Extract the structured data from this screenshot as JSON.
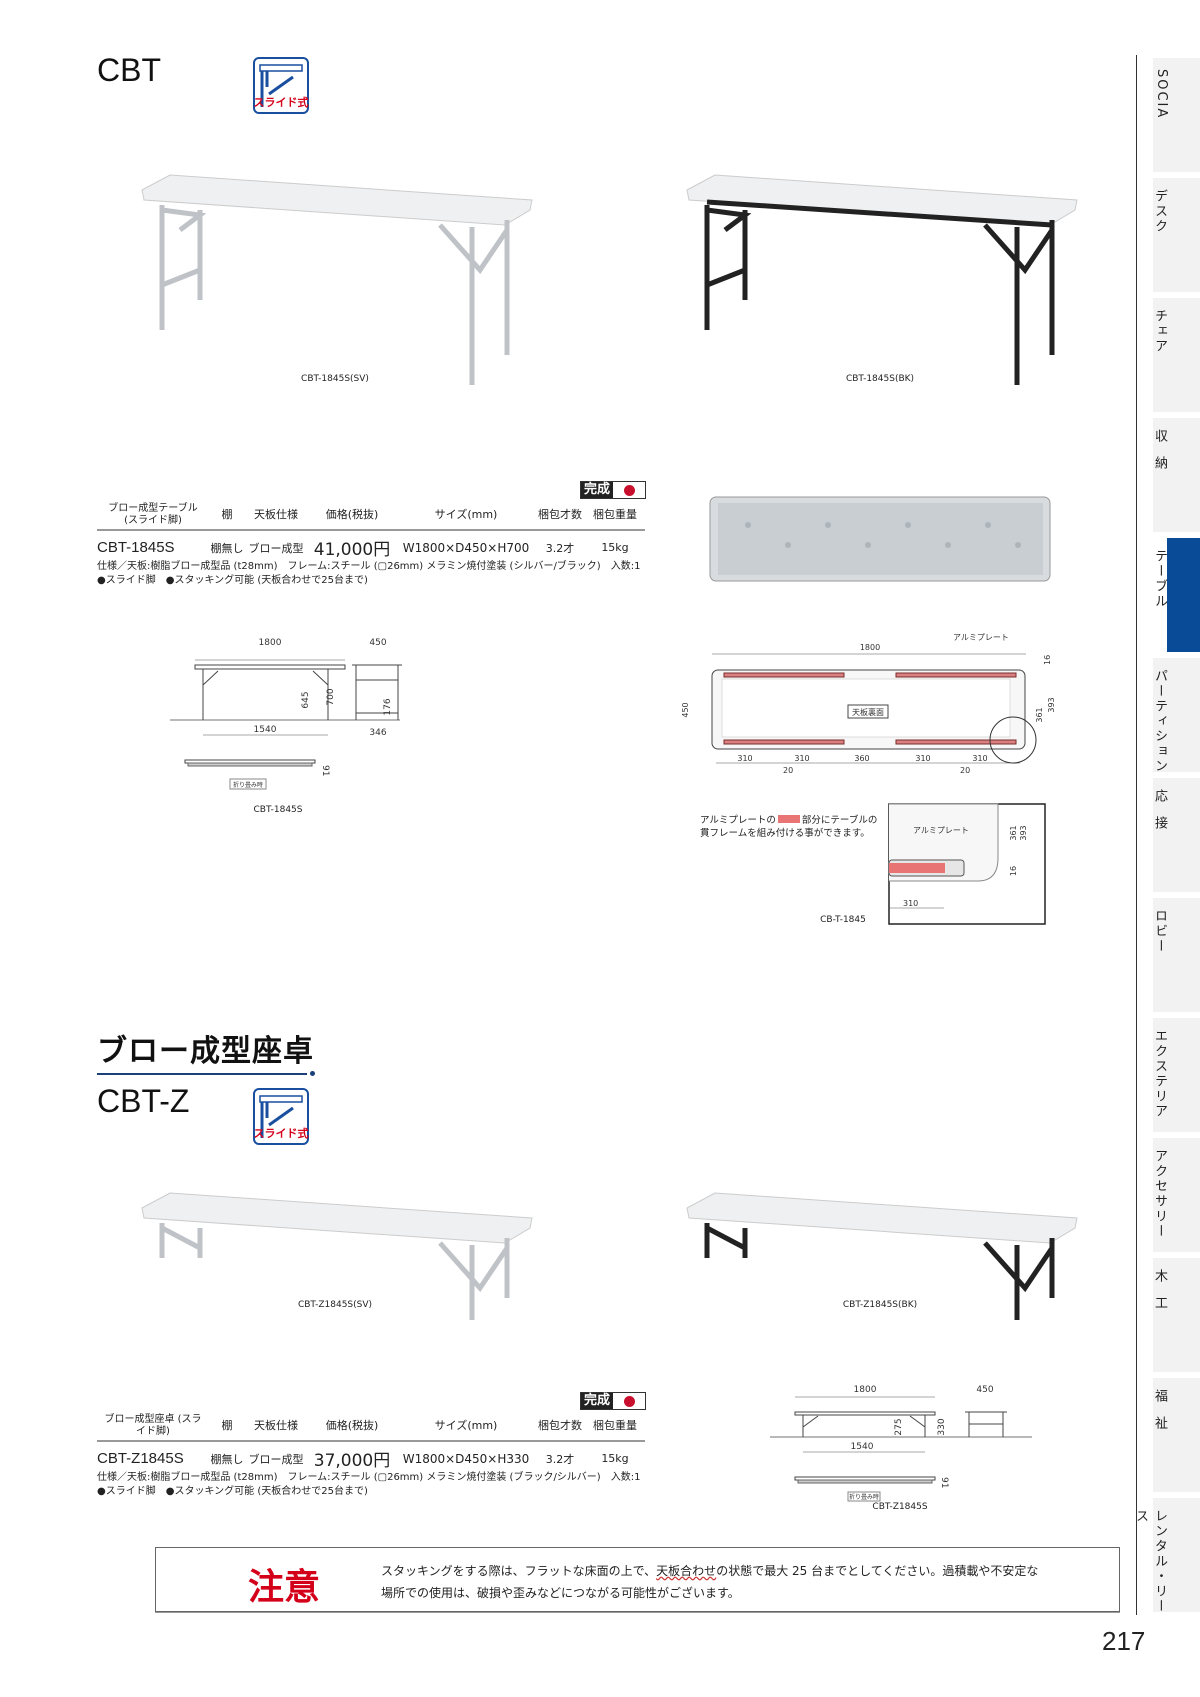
{
  "section1": {
    "title": "CBT",
    "icon_label": "スライド式",
    "photos": [
      {
        "caption": "CBT-1845S(SV)",
        "frame": "silver"
      },
      {
        "caption": "CBT-1845S(BK)",
        "frame": "black"
      }
    ],
    "badge": {
      "label": "完成",
      "flag": "japan-flag"
    },
    "table": {
      "headers": [
        "ブロー成型テーブル\n(スライド脚)",
        "棚",
        "天板仕様",
        "価格(税抜)",
        "サイズ(mm)",
        "梱包才数",
        "梱包重量"
      ],
      "rows": [
        [
          "CBT-1845S",
          "棚無し",
          "ブロー成型",
          "41,000円",
          "W1800×D450×H700",
          "3.2才",
          "15kg"
        ]
      ]
    },
    "notes": [
      "仕様／天板:樹脂ブロー成型品 (t28mm)　フレーム:スチール (▢26mm) メラミン焼付塗装 (シルバー/ブラック)　入数:1",
      "●スライド脚　●スタッキング可能 (天板合わせで25台まで)"
    ],
    "drawing": {
      "width": "1800",
      "leg_span": "1540",
      "inner_height": "645",
      "height": "700",
      "depth": "450",
      "foot": "346",
      "shelf": "176",
      "folded": "91",
      "folded_label": "折り畳み時",
      "caption": "CBT-1845S"
    },
    "underside": {
      "length": "1800",
      "depth": "450",
      "plate_label": "アルミプレート",
      "center_label": "天板裏面",
      "dims_bottom": [
        "310",
        "310",
        "360",
        "310",
        "310"
      ],
      "gap": "20",
      "right_dims": [
        "16",
        "361",
        "393"
      ]
    },
    "detail": {
      "text1": "アルミプレートの",
      "text2": "部分にテーブルの",
      "text3": "貫フレームを組み付ける事ができます。",
      "plate_label": "アルミプレート",
      "dims": [
        "361",
        "393",
        "16",
        "310"
      ],
      "caption": "CB-T-1845",
      "plate_color": "#e87474"
    }
  },
  "section2": {
    "heading": "ブロー成型座卓",
    "title": "CBT-Z",
    "icon_label": "スライド式",
    "photos": [
      {
        "caption": "CBT-Z1845S(SV)",
        "frame": "silver"
      },
      {
        "caption": "CBT-Z1845S(BK)",
        "frame": "black"
      }
    ],
    "badge": {
      "label": "完成",
      "flag": "japan-flag"
    },
    "table": {
      "headers": [
        "ブロー成型座卓 (スラ\nイド脚)",
        "棚",
        "天板仕様",
        "価格(税抜)",
        "サイズ(mm)",
        "梱包才数",
        "梱包重量"
      ],
      "rows": [
        [
          "CBT-Z1845S",
          "棚無し",
          "ブロー成型",
          "37,000円",
          "W1800×D450×H330",
          "3.2才",
          "15kg"
        ]
      ]
    },
    "notes": [
      "仕様／天板:樹脂ブロー成型品 (t28mm)　フレーム:スチール (▢26mm) メラミン焼付塗装 (ブラック/シルバー)　入数:1",
      "●スライド脚　●スタッキング可能 (天板合わせで25台まで)"
    ],
    "drawing": {
      "width": "1800",
      "leg_span": "1540",
      "inner_height": "275",
      "height": "330",
      "depth": "450",
      "folded": "91",
      "folded_label": "折り畳み時",
      "caption": "CBT-Z1845S"
    }
  },
  "caution": {
    "label": "注意",
    "line1_a": "スタッキングをする際は、フラットな床面の上で、",
    "line1_u": "天板合わせ",
    "line1_b": "の状態で最大 25 台までとしてください。過積載や不安定な",
    "line2": "場所での使用は、破損や歪みなどにつながる可能性がございます。"
  },
  "side_tabs": [
    {
      "label": "SOCIA"
    },
    {
      "label": "デスク"
    },
    {
      "label": "チェア"
    },
    {
      "label": "収納"
    },
    {
      "label": "テーブル",
      "active": true
    },
    {
      "label": "パーティション"
    },
    {
      "label": "応接"
    },
    {
      "label": "ロビー"
    },
    {
      "label": "エクステリア"
    },
    {
      "label": "アクセサリー"
    },
    {
      "label": "木工"
    },
    {
      "label": "福祉"
    },
    {
      "label": "レンタル・リース"
    }
  ],
  "colors": {
    "accent": "#0a4b98",
    "caution": "#d4001a",
    "icon": "#1a4fa0"
  },
  "page_number": "217"
}
